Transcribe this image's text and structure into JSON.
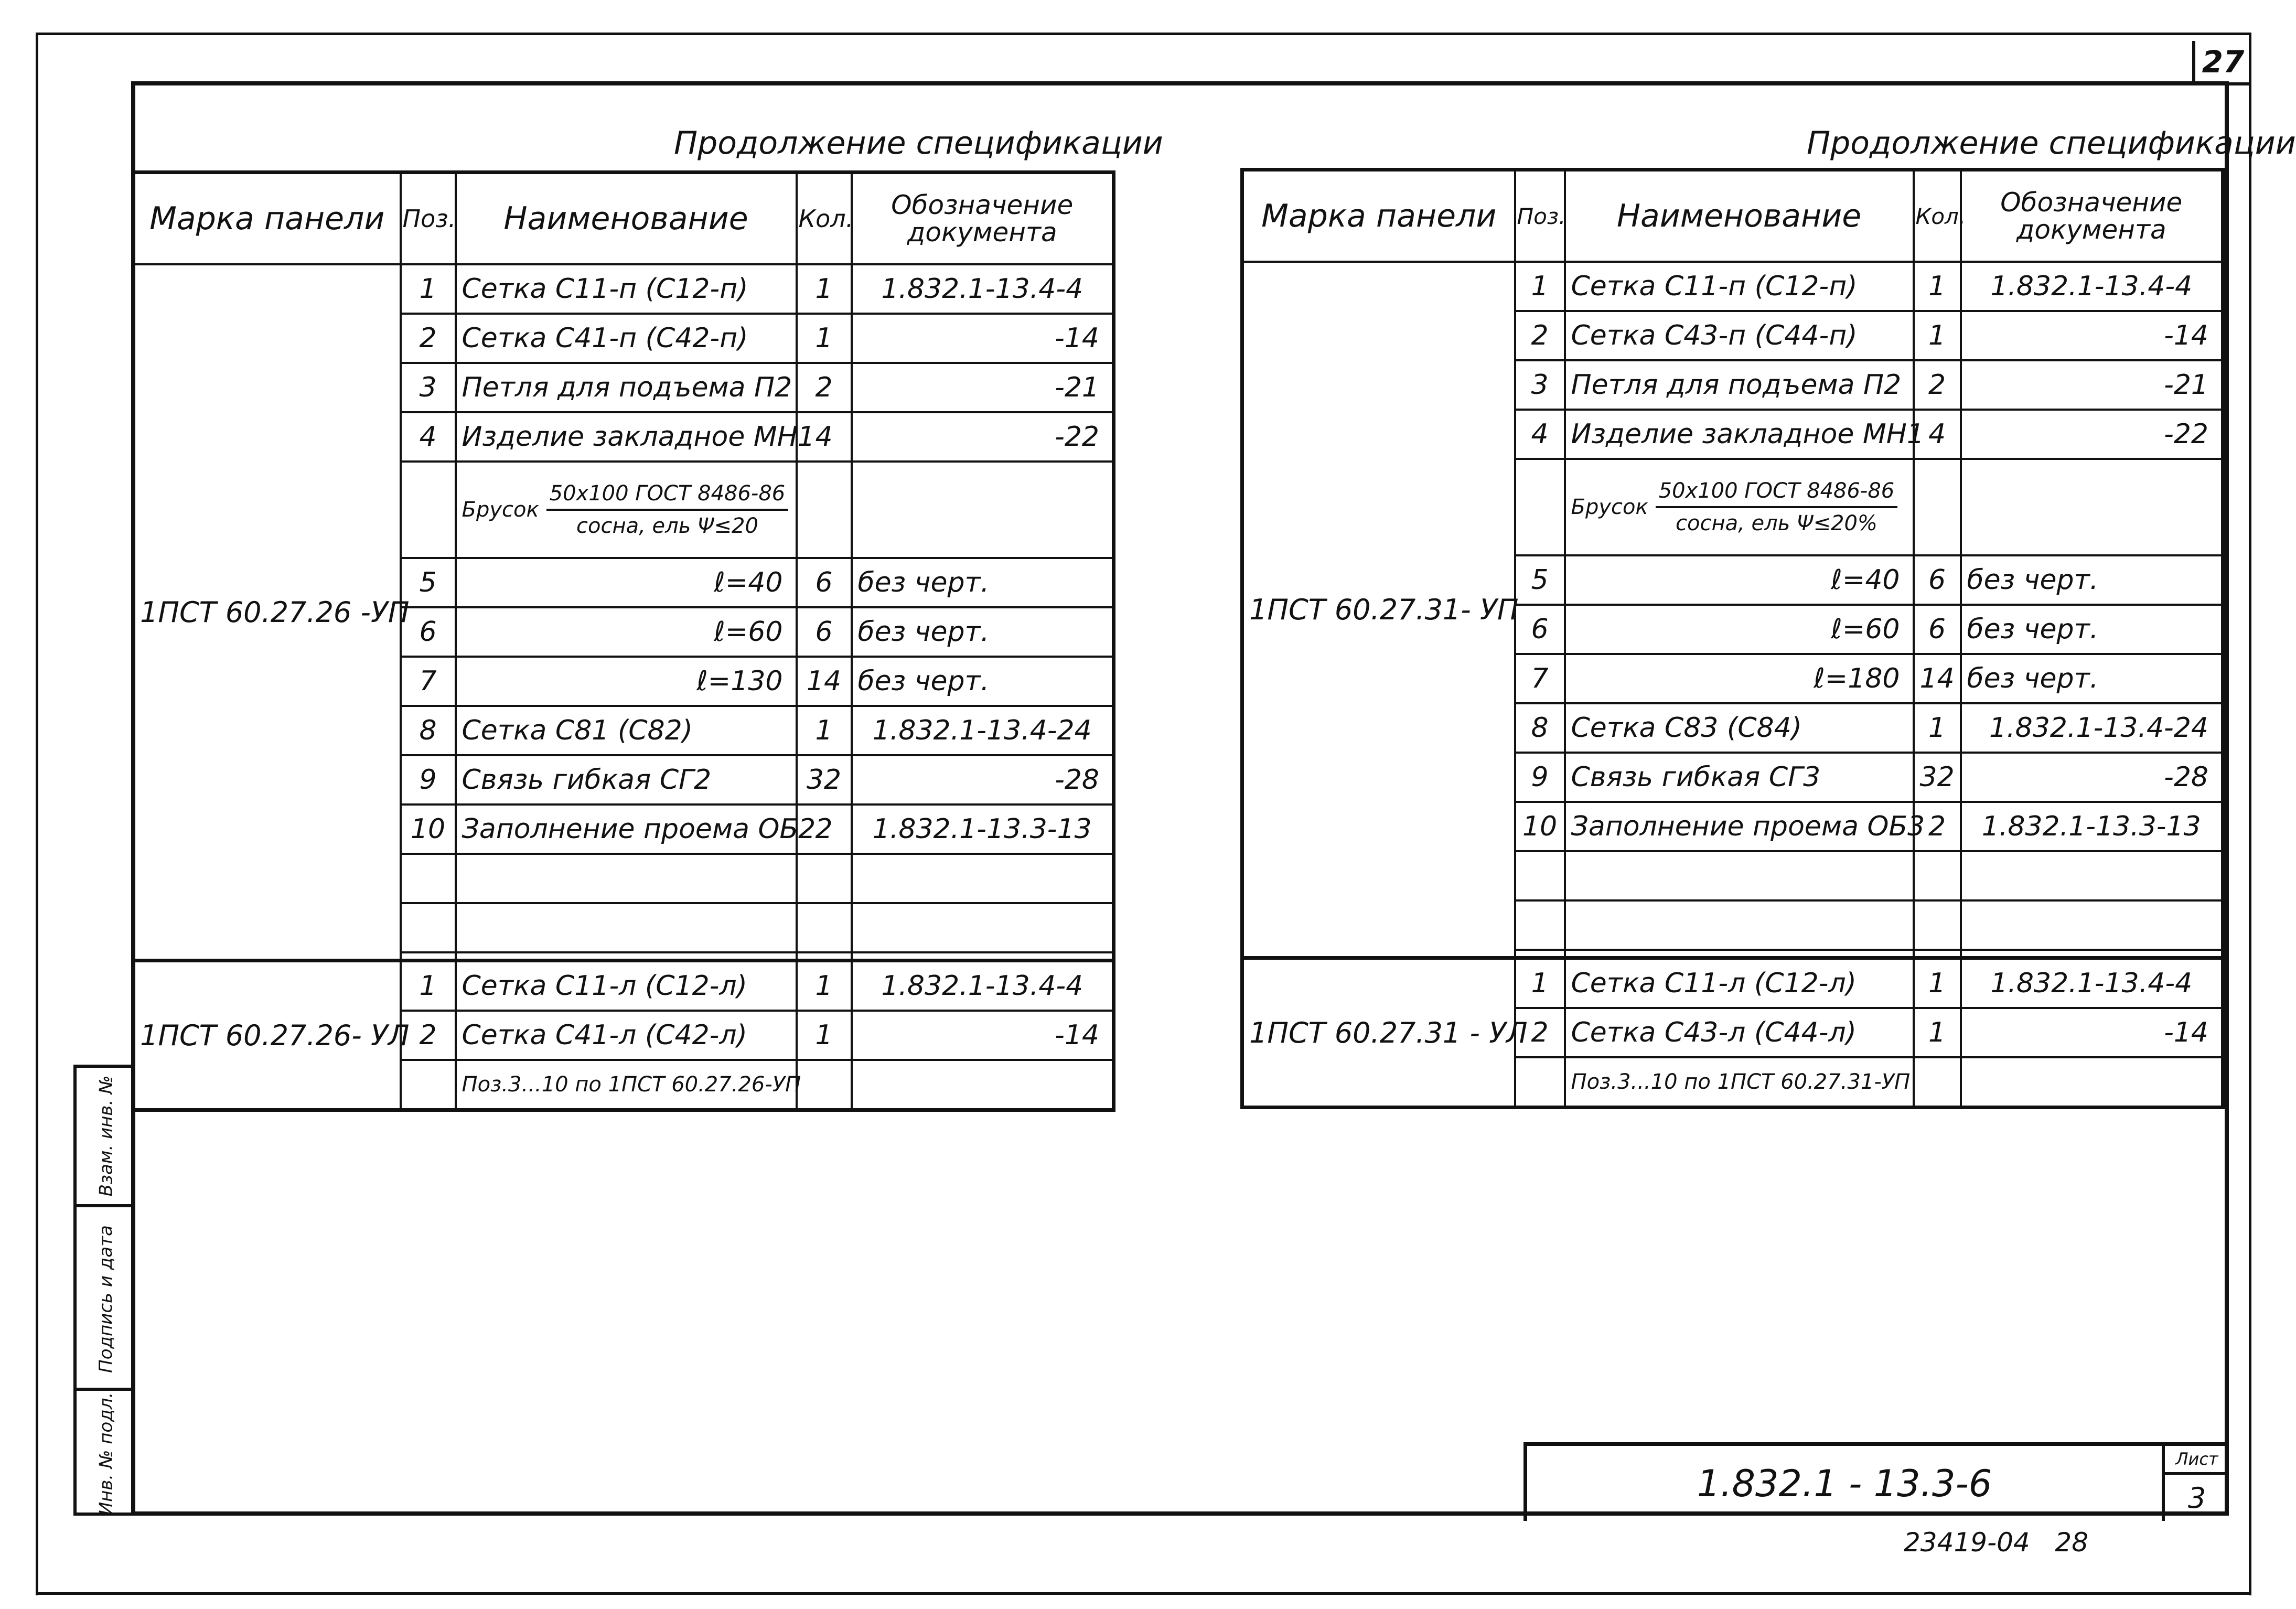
{
  "page_number": "27",
  "left_table": {
    "caption": "Продолжение спецификации",
    "headers": {
      "brand": "Марка панели",
      "pos": "Поз.",
      "name": "Наименование",
      "qty": "Кол.",
      "designation_line1": "Обозначение",
      "designation_line2": "документа"
    },
    "brand_1": "1ПСТ 60.27.26 -УП",
    "brand_2": "1ПСТ 60.27.26- УЛ",
    "rows": [
      {
        "pos": "1",
        "name": "Сетка С11-п (С12-п)",
        "qty": "1",
        "doc": "1.832.1-13.4-4"
      },
      {
        "pos": "2",
        "name": "Сетка С41-п (С42-п)",
        "qty": "1",
        "doc": "-14"
      },
      {
        "pos": "3",
        "name": "Петля для подъема П2",
        "qty": "2",
        "doc": "-21"
      },
      {
        "pos": "4",
        "name": "Изделие закладное МН1",
        "qty": "4",
        "doc": "-22"
      },
      {
        "pos": "5",
        "name": "ℓ=40",
        "qty": "6",
        "doc": "без черт."
      },
      {
        "pos": "6",
        "name": "ℓ=60",
        "qty": "6",
        "doc": "без черт."
      },
      {
        "pos": "7",
        "name": "ℓ=130",
        "qty": "14",
        "doc": "без черт."
      },
      {
        "pos": "8",
        "name": "Сетка С81 (С82)",
        "qty": "1",
        "doc": "1.832.1-13.4-24"
      },
      {
        "pos": "9",
        "name": "Связь гибкая СГ2",
        "qty": "32",
        "doc": "-28"
      },
      {
        "pos": "10",
        "name": "Заполнение проема ОБ2",
        "qty": "2",
        "doc": "1.832.1-13.3-13"
      }
    ],
    "bar": {
      "label": "Брусок",
      "top": "50х100 ГОСТ 8486-86",
      "bottom": "сосна, ель Ψ≤20"
    },
    "rows_2": [
      {
        "pos": "1",
        "name": "Сетка С11-л (С12-л)",
        "qty": "1",
        "doc": "1.832.1-13.4-4"
      },
      {
        "pos": "2",
        "name": "Сетка С41-л (С42-л)",
        "qty": "1",
        "doc": "-14"
      },
      {
        "pos": "",
        "name": "Поз.3...10 по 1ПСТ 60.27.26-УП",
        "qty": "",
        "doc": ""
      }
    ]
  },
  "right_table": {
    "caption": "Продолжение спецификации",
    "headers": {
      "brand": "Марка панели",
      "pos": "Поз.",
      "name": "Наименование",
      "qty": "Кол.",
      "designation_line1": "Обозначение",
      "designation_line2": "документа"
    },
    "brand_1": "1ПСТ 60.27.31- УП",
    "brand_2": "1ПСТ 60.27.31 - УЛ",
    "rows": [
      {
        "pos": "1",
        "name": "Сетка С11-п (С12-п)",
        "qty": "1",
        "doc": "1.832.1-13.4-4"
      },
      {
        "pos": "2",
        "name": "Сетка С43-п (С44-п)",
        "qty": "1",
        "doc": "-14"
      },
      {
        "pos": "3",
        "name": "Петля для подъема П2",
        "qty": "2",
        "doc": "-21"
      },
      {
        "pos": "4",
        "name": "Изделие закладное МН1",
        "qty": "4",
        "doc": "-22"
      },
      {
        "pos": "5",
        "name": "ℓ=40",
        "qty": "6",
        "doc": "без черт."
      },
      {
        "pos": "6",
        "name": "ℓ=60",
        "qty": "6",
        "doc": "без черт."
      },
      {
        "pos": "7",
        "name": "ℓ=180",
        "qty": "14",
        "doc": "без черт."
      },
      {
        "pos": "8",
        "name": "Сетка С83 (С84)",
        "qty": "1",
        "doc": "1.832.1-13.4-24"
      },
      {
        "pos": "9",
        "name": "Связь гибкая СГ3",
        "qty": "32",
        "doc": "-28"
      },
      {
        "pos": "10",
        "name": "Заполнение проема ОБ3",
        "qty": "2",
        "doc": "1.832.1-13.3-13"
      }
    ],
    "bar": {
      "label": "Брусок",
      "top": "50х100 ГОСТ 8486-86",
      "bottom": "сосна, ель Ψ≤20%"
    },
    "rows_2": [
      {
        "pos": "1",
        "name": "Сетка С11-л (С12-л)",
        "qty": "1",
        "doc": "1.832.1-13.4-4"
      },
      {
        "pos": "2",
        "name": "Сетка С43-л (С44-л)",
        "qty": "1",
        "doc": "-14"
      },
      {
        "pos": "",
        "name": "Поз.3...10 по 1ПСТ 60.27.31-УП",
        "qty": "",
        "doc": ""
      }
    ]
  },
  "side_stamp": {
    "cell_1": "Взам. инв. №",
    "cell_2": "Подпись и дата",
    "cell_3": "Инв. № подл."
  },
  "title_block": {
    "code": "1.832.1 - 13.3-6",
    "sheet_label": "Лист",
    "sheet_number": "3"
  },
  "bottom_code": "23419-04   28"
}
